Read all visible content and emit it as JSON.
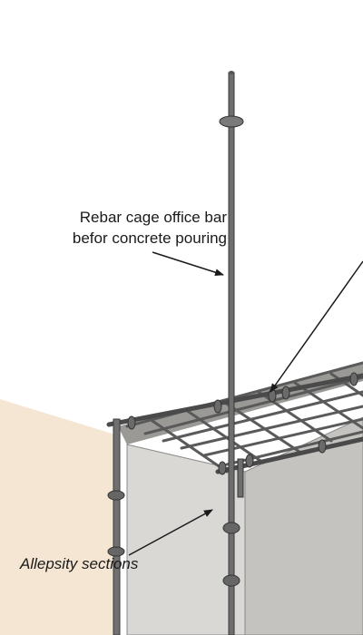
{
  "annotations": {
    "rebar_line1": "Rebar cage office bar",
    "rebar_line2": "befor concrete pouring",
    "allepsity": "Allepsity sections"
  },
  "colors": {
    "background": "#ffffff",
    "ground": "#f4e6d2",
    "formwork_front": "#d9d8d5",
    "formwork_side": "#c4c3bf",
    "rebar": "#6a6a6a",
    "rebar_dark": "#3a3a3a",
    "ink": "#1a1a1a"
  }
}
